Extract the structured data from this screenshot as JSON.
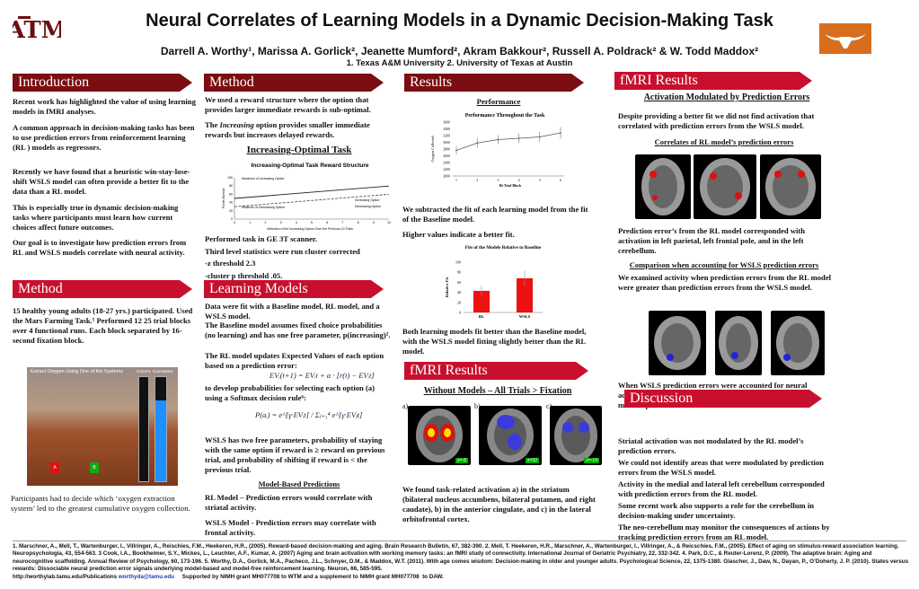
{
  "header": {
    "title": "Neural Correlates of Learning Models in a Dynamic Decision-Making Task",
    "authors": "Darrell A. Worthy¹, Marissa A. Gorlick², Jeanette Mumford², Akram Bakkour², Russell A. Poldrack² & W. Todd Maddox²",
    "affiliation": "1. Texas A&M University 2. University of Texas at Austin",
    "logo_left_text": "ĀTM",
    "logo_right_icon": "longhorn-icon"
  },
  "col1": {
    "intro_header": "Introduction",
    "intro_paras": [
      "Recent work has highlighted the value of using learning models in fMRI analyses.",
      "A common approach in decision-making tasks has been to use prediction errors from reinforcement learning (RL ) models as regressors.",
      "Recently we have found that a heuristic win-stay-lose-shift WSLS model can often provide a better fit to the data than a RL model.",
      "This is especially true in dynamic decision-making tasks where participants must learn how current choices affect future outcomes.",
      "Our goal is to investigate how prediction errors from RL and WSLS models correlate with neural activity."
    ],
    "method_header": "Method",
    "method_text": "15 healthy young adults (18-27 yrs.) participated. Used the Mars Farming Task.⁵ Performed 12 25 trial blocks over 4 functional runs. Each block separated by 16-second fixation block.",
    "task_image": {
      "title": "Extract Oxygen  Using One of the Systems",
      "current": "Current",
      "cumulative": "Cumulative",
      "btn_a": "A",
      "btn_b": "B"
    },
    "caption": "Participants had to decide which ‘oxygen extraction system’ led to the greatest cumulative oxygen collection."
  },
  "col2": {
    "method_header": "Method",
    "method_p1": "We used a reward structure where the option that provides larger immediate rewards is sub-optimal.",
    "method_p2_pre": "The ",
    "method_p2_italic": "Increasing",
    "method_p2_post": " option provides smaller immediate rewards but increases delayed rewards.",
    "task_subhead": "Increasing-Optimal Task",
    "scan_text": "Performed task in GE 3T scanner.\nThird level statistics were run cluster corrected\n-z threshold 2.3\n-cluster p threshold .05.",
    "learning_header": "Learning Models",
    "learning_p1": "Data were fit with a Baseline model, RL model, and a WSLS model.",
    "learning_p2": "The Baseline model assumes fixed choice probabilities (no learning) and has one free parameter, p(increasing)².",
    "learning_p3": "The RL model updates Expected Values of each option based on a prediction error:",
    "eq1": "EVᵢ(t+1) = EVᵢt + α · [r(t) − EVᵢt]",
    "learning_p4": "to develop probabilities for selecting each option (a) using a Softmax decision rule⁶:",
    "eq2": "P(aᵢ) = e^[γ·EVᵢt] / Σⱼ₌₁⁴ e^[γ·EVⱼt]",
    "wsls_text": "WSLS has two free parameters, probability of staying with the same option if reward is ≥ reward on previous trial, and probability of shifting if reward is < the previous trial.",
    "mbp_subhead": "Model-Based Predictions",
    "rl_pred": "RL Model – Prediction errors would correlate with striatal activity.",
    "wsls_pred": "WSLS Model -  Prediction errors may correlate with frontal activity."
  },
  "col3": {
    "results_header": "Results",
    "perf_subhead": "Performance",
    "subtract_text": "We subtracted the fit of each learning model from the fit of the Baseline model.",
    "higher_text": "Higher values indicate a better fit.",
    "both_text": "Both learning models fit better than the Baseline model, with the WSLS model fitting slightly better than the RL model.",
    "fmri_header": "fMRI Results",
    "fmri_subhead": "Without Models – All Trials > Fixation",
    "panel_labels": [
      "a)",
      "b)",
      "c)"
    ],
    "found_text": "We found task-related activation a) in the striatum (bilateral nucleus accumbens, bilateral putamen, and right caudate), b) in the anterior cingulate, and c) in the lateral orbitofrontal cortex."
  },
  "col4": {
    "fmri_header": "fMRI Results",
    "act_subhead": "Activation Modulated by Prediction Errors",
    "p1": "Despite providing a better fit we did not find activation that correlated with prediction errors from the WSLS model.",
    "corr_subhead": "Correlates of RL model’s prediction errors",
    "p2": "Prediction error’s from the RL model corresponded with activation in left parietal, left frontal pole, and in the left cerebellum.",
    "comp_subhead": "Comparison when accounting for WSLS prediction errors",
    "p3": "We examined activity when prediction errors from the RL model were greater than prediction errors from the WSLS model.",
    "p4": "When WSLS prediction errors were accounted for neural activity in the left cerebellum was modulated by the RL model’s prediction errors.",
    "disc_header": "Discussion",
    "disc": [
      "Striatal activation was not modulated by the RL model’s prediction errors.",
      "We could not identify areas that were modulated by prediction errors from the WSLS model.",
      "Activity in the medial and lateral left cerebellum corresponded with prediction errors from the RL model.",
      "Some recent work also supports a role for the cerebellum in decision-making under uncertainty.",
      "The neo-cerebellum may monitor the consequences of actions by tracking prediction errors from an RL model."
    ]
  },
  "references": {
    "text": "1. Marschner, A., Mell, T., Wartenburger, I., Villringer, A., Reischies, F.M., Heekeren, H.R., (2005).  Reward-based decision-making and aging.  Brain Research Bulletin, 67, 382-390.  2. Mell, T. Heekeren, H.R., Marschner, A., Wartenburger, I., Villringer, A., & Reicschies, F.M., (2005). Effect of aging on stimulus-reward association learning.  Neuropsychologia, 43, 554-563. 3 Cook, I.A., Bookheimer, S.Y., Mickes, L., Leuchter, A.F., Kumar, A. (2007) Aging and brain activation with working memory tasks: an fMRI study of connectivity. International Journal of Geriatric Psychiatry, 22, 332-342. 4. Park, D.C., & Reuter-Lorenz, P. (2009).  The adaptive brain: Aging and neurocognitive scaffolding.  Annual Review of Psychology, 60, 173-196.  5. Worthy, D.A., Gorlick, M.A., Pacheco, J.L., Schnyer, D.M., & Maddox, W.T. (2011). With age comes wisdom: Decision-making in older and younger adults.  Psychological Science, 22, 1375-1380. Glascher, J., Daw, N., Dayan, P., O’Doherty, J. P. (2010). States versus rewards: Dissociable neural prediction error signals underlying model-based and model-free reinforcement learning.  Neuron, 66, 585-595.",
    "url_line_pre": "http://worthylab.tamu.edu/Publications ",
    "email": "worthyda@tamu.edu",
    "url_line_post": "     Supported by NIMH grant MH077708 to WTM and a supplement to NIMH grant MH077708  to DAW."
  },
  "chart_data": [
    {
      "type": "line",
      "title": "Increasing-Optimal Task Reward Structure",
      "xlabel": "Selection of the Increasing Option Over the Previous 10 Trials",
      "ylabel": "Points Earned",
      "x": [
        0,
        1,
        2,
        3,
        4,
        5,
        6,
        7,
        8,
        9,
        10
      ],
      "ylim": [
        0,
        100
      ],
      "series": [
        {
          "name": "Increasing Option",
          "values": [
            30,
            33,
            36,
            39,
            42,
            45,
            48,
            51,
            54,
            57,
            60
          ]
        },
        {
          "name": "Decreasing Option",
          "values": [
            50,
            53,
            56,
            59,
            62,
            65,
            68,
            71,
            74,
            77,
            80
          ]
        }
      ],
      "annotations": [
        "Maximum of Increasing Option",
        "Minimum of Decreasing Option"
      ],
      "colors": [
        "#555555",
        "#222222"
      ]
    },
    {
      "type": "line",
      "title": "Performance Throughout the Task",
      "xlabel": "Bi-Trial Block",
      "ylabel": "Oxygen Collected",
      "x": [
        1,
        2,
        3,
        4,
        5,
        6
      ],
      "values": [
        2760,
        2980,
        3080,
        3120,
        3160,
        3280
      ],
      "errors": [
        120,
        140,
        130,
        140,
        150,
        170
      ],
      "ylim": [
        2000,
        3600
      ],
      "yticks": [
        2000,
        2200,
        2400,
        2600,
        2800,
        3000,
        3200,
        3400,
        3600
      ],
      "color": "#555555"
    },
    {
      "type": "bar",
      "title": "Fits of the Models Relative to Baseline",
      "ylabel": "Relative Fit",
      "categories": [
        "RL",
        "WSLS"
      ],
      "values": [
        43,
        68
      ],
      "errors": [
        10,
        16
      ],
      "ylim": [
        0,
        100
      ],
      "yticks": [
        0,
        20,
        40,
        60,
        80,
        100
      ],
      "color": "#ee1111"
    }
  ],
  "brain_labels": {
    "mni_tags": [
      "z=-8",
      "z=32",
      "z=-14"
    ]
  },
  "colors": {
    "maroon": "#7a0e12",
    "red": "#c8102e",
    "burnt_orange": "#d96d1e"
  }
}
